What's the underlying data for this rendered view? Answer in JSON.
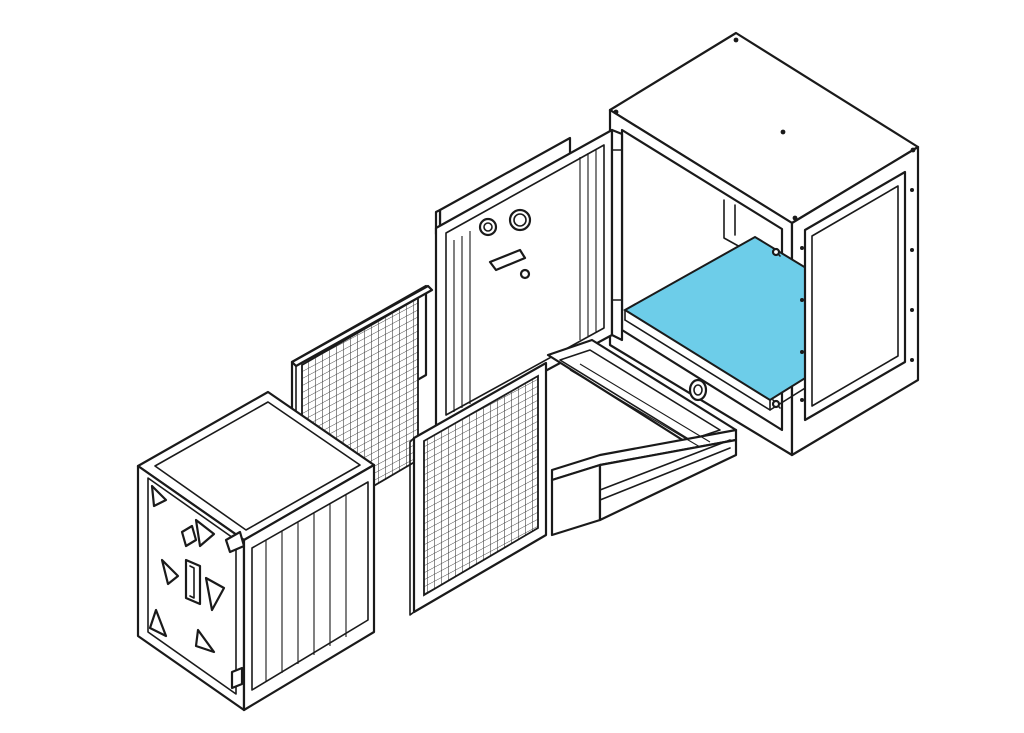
{
  "figure": {
    "colors": {
      "outline": "#1a1a1a",
      "background": "#ffffff",
      "highlight_tray": "#6dcde9",
      "mesh": "#3a3a3a"
    },
    "parts": [
      {
        "id": "housing",
        "icon": "open-cabinet-housing"
      },
      {
        "id": "tray",
        "icon": "highlighted-drip-tray"
      },
      {
        "id": "door",
        "icon": "hinged-access-door"
      },
      {
        "id": "rails",
        "icon": "slide-rail-frame"
      },
      {
        "id": "filter-back",
        "icon": "mesh-filter-panel"
      },
      {
        "id": "filter-front",
        "icon": "mesh-filter-panel"
      },
      {
        "id": "core",
        "icon": "heat-exchanger-core"
      }
    ]
  }
}
